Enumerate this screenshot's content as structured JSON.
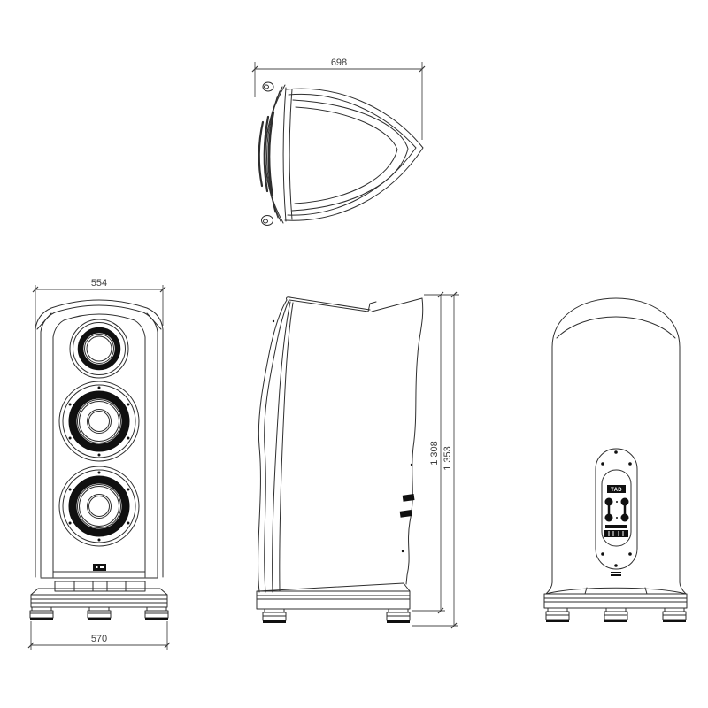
{
  "document": {
    "background": "#ffffff",
    "line_color": "#2e2e2e",
    "dim_text_color": "#3c3c3c",
    "accent_dark": "#101010"
  },
  "dims": {
    "top_depth": "698",
    "front_width": "554",
    "base_width": "570",
    "height_cabinet": "1 308",
    "height_total": "1 353"
  },
  "rear": {
    "plate_logo": "TAD"
  }
}
